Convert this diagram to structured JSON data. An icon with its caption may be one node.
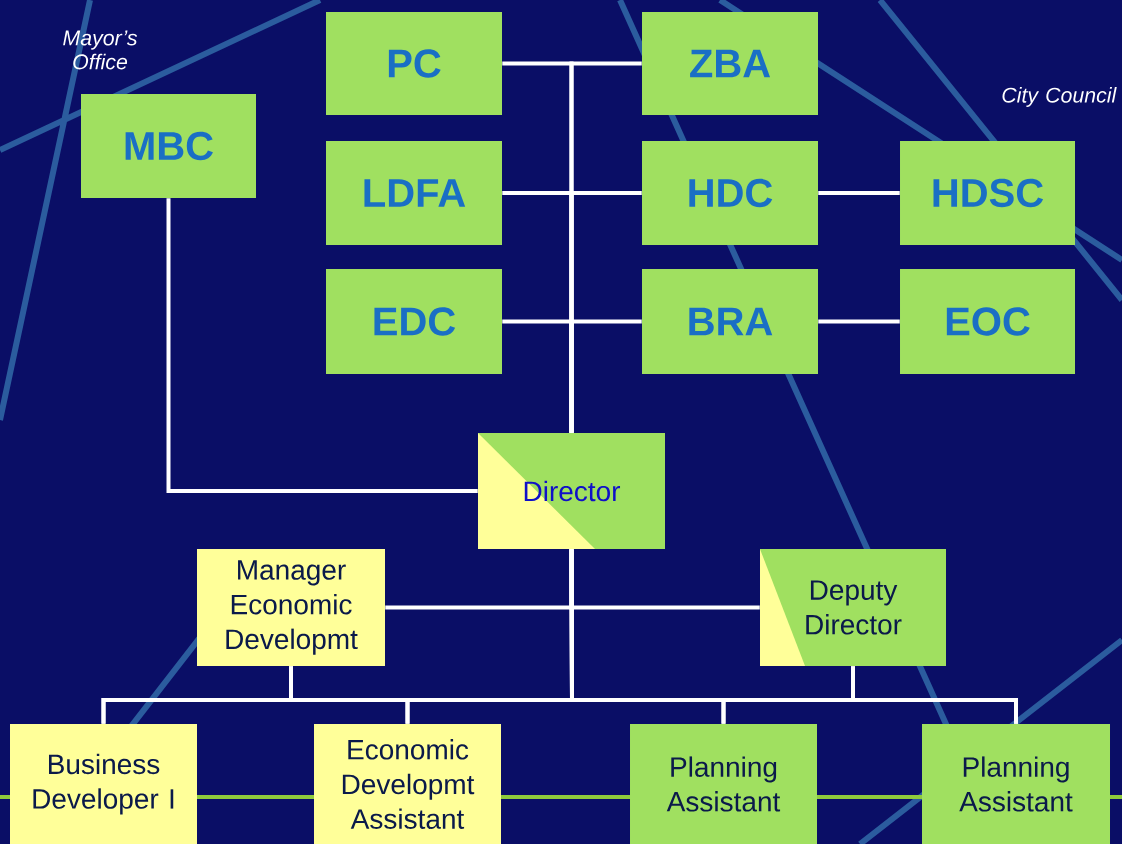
{
  "diagram": {
    "nodes": [
      {
        "text": [
          "PC"
        ]
      },
      {
        "text": [
          "ZBA"
        ]
      },
      {
        "text": [
          "MBC"
        ]
      },
      {
        "text": [
          "LDFA"
        ]
      },
      {
        "text": [
          "HDC"
        ]
      },
      {
        "text": [
          "HDSC"
        ]
      },
      {
        "text": [
          "EDC"
        ]
      },
      {
        "text": [
          "BRA"
        ]
      },
      {
        "text": [
          "EOC"
        ]
      },
      {
        "text": [
          "Director"
        ]
      },
      {
        "text": [
          "Manager Economic Developmt"
        ]
      },
      {
        "text": [
          "Deputy Director"
        ]
      },
      {
        "text": [
          "Business Developer I"
        ]
      },
      {
        "text": [
          "Economic Developmt Assistant"
        ]
      },
      {
        "text": [
          "Planning Assistant"
        ]
      },
      {
        "text": [
          "Planning Assistant"
        ]
      }
    ],
    "edges": [
      {
        "from": 9,
        "to": 0,
        "arrow": "none"
      },
      {
        "from": 9,
        "to": 1,
        "arrow": "none"
      },
      {
        "from": 9,
        "to": 3,
        "arrow": "none"
      },
      {
        "from": 9,
        "to": 4,
        "arrow": "none"
      },
      {
        "from": 9,
        "to": 6,
        "arrow": "none"
      },
      {
        "from": 9,
        "to": 7,
        "arrow": "none"
      },
      {
        "from": 4,
        "to": 5,
        "arrow": "none"
      },
      {
        "from": 7,
        "to": 8,
        "arrow": "none"
      },
      {
        "from": 2,
        "to": 9,
        "arrow": "none"
      },
      {
        "from": 9,
        "to": 10,
        "arrow": "none"
      },
      {
        "from": 9,
        "to": 11,
        "arrow": "none"
      },
      {
        "from": 9,
        "to": 12,
        "arrow": "none"
      },
      {
        "from": 9,
        "to": 13,
        "arrow": "none"
      },
      {
        "from": 9,
        "to": 14,
        "arrow": "none"
      },
      {
        "from": 9,
        "to": 15,
        "arrow": "none"
      },
      {
        "from": 10,
        "to": 12,
        "arrow": "none"
      },
      {
        "from": 10,
        "to": 13,
        "arrow": "none"
      },
      {
        "from": 11,
        "to": 14,
        "arrow": "none"
      },
      {
        "from": 11,
        "to": 15,
        "arrow": "none"
      }
    ],
    "labels": [
      "Mayor’s Office",
      "City Council"
    ]
  }
}
